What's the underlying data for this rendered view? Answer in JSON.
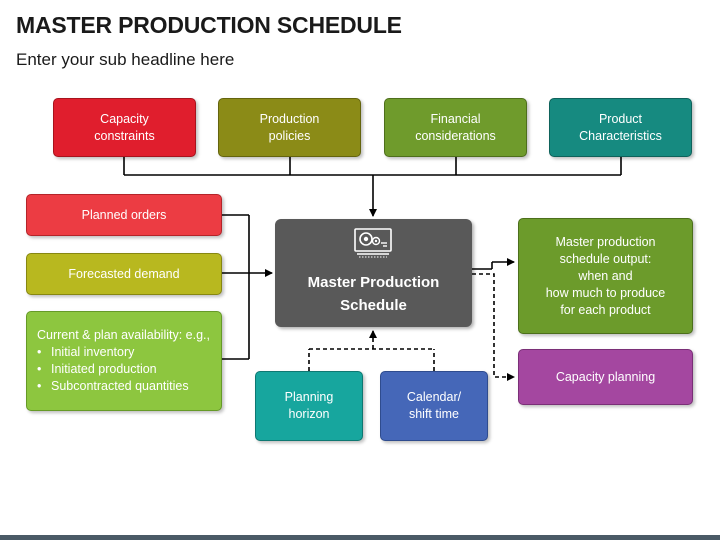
{
  "header": {
    "title": "MASTER PRODUCTION SCHEDULE",
    "subtitle": "Enter your sub headline here"
  },
  "top_inputs": [
    {
      "label": "Capacity\nconstraints",
      "color": "#e01e2d"
    },
    {
      "label": "Production\npolicies",
      "color": "#8b8b17"
    },
    {
      "label": "Financial\nconsiderations",
      "color": "#6f9b2c"
    },
    {
      "label": "Product\nCharacteristics",
      "color": "#168a80"
    }
  ],
  "left_inputs": {
    "planned_orders": {
      "label": "Planned orders",
      "color": "#ec3c43"
    },
    "forecasted_demand": {
      "label": "Forecasted demand",
      "color": "#b8b81f"
    },
    "availability": {
      "heading": "Current & plan availability: e.g.,",
      "items": [
        "Initial inventory",
        "Initiated production",
        "Subcontracted quantities"
      ],
      "color": "#8dc63f"
    }
  },
  "center": {
    "title": "Master Production\nSchedule",
    "icon": "server-gear-icon",
    "color": "#595959"
  },
  "outputs": {
    "schedule_output": {
      "label": "Master production\nschedule output:\nwhen and\nhow much to produce\nfor each product",
      "color": "#6c9b2b"
    },
    "capacity_planning": {
      "label": "Capacity planning",
      "color": "#a447a0"
    }
  },
  "bottom_inputs": [
    {
      "label": "Planning\nhorizon",
      "color": "#17a69e"
    },
    {
      "label": "Calendar/\nshift time",
      "color": "#4567b8"
    }
  ]
}
